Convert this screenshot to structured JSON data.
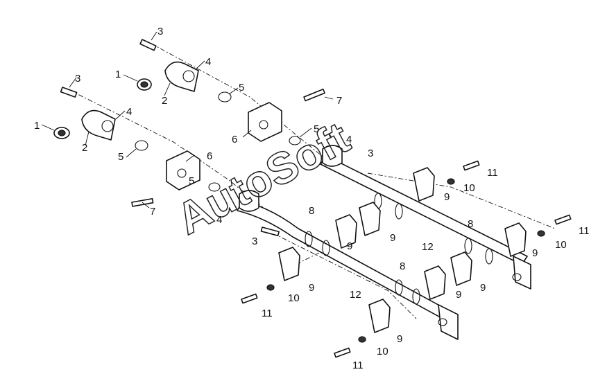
{
  "diagram": {
    "watermark": "AutoSoft",
    "callouts": [
      "1",
      "2",
      "3",
      "4",
      "5",
      "6",
      "7",
      "8",
      "9",
      "10",
      "11",
      "12"
    ]
  }
}
